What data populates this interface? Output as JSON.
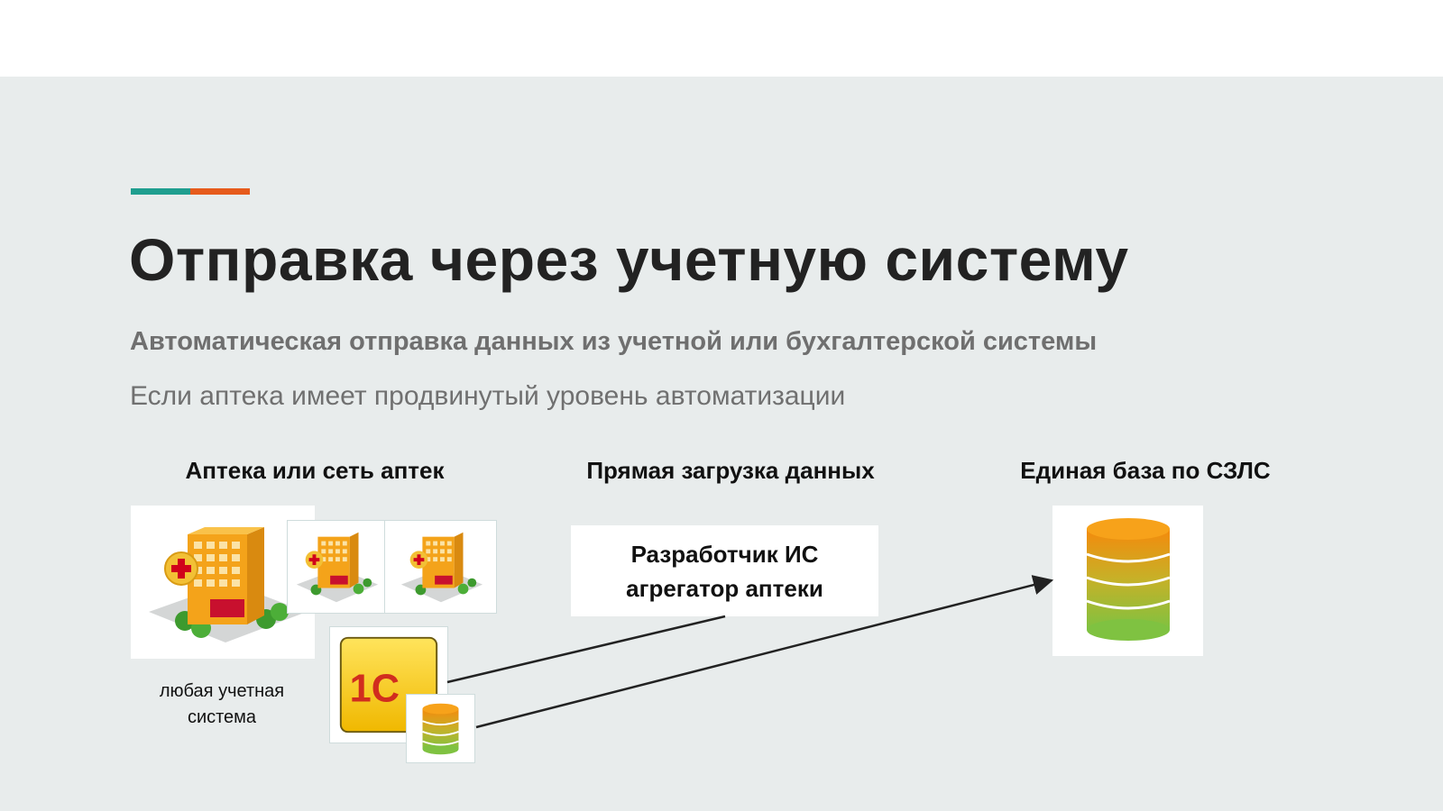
{
  "title": "Отправка через учетную систему",
  "subtitle": "Автоматическая отправка данных из учетной или бухгалтерской системы",
  "description": "Если аптека имеет продвинутый уровень автоматизации",
  "columns": {
    "pharmacy": "Аптека или сеть аптек",
    "direct": "Прямая загрузка данных",
    "database": "Единая база по СЗЛС"
  },
  "developer_box": {
    "line1": "Разработчик ИС",
    "line2": "агрегатор аптеки"
  },
  "caption": {
    "line1": "любая учетная",
    "line2": "система"
  },
  "logo_text": "1С",
  "colors": {
    "accent_teal": "#1f9e8f",
    "accent_orange": "#e65b1c",
    "slide_background": "#e8ecec"
  },
  "icons": [
    "pharmacy-building-icon",
    "1c-logo-icon",
    "database-icon"
  ]
}
